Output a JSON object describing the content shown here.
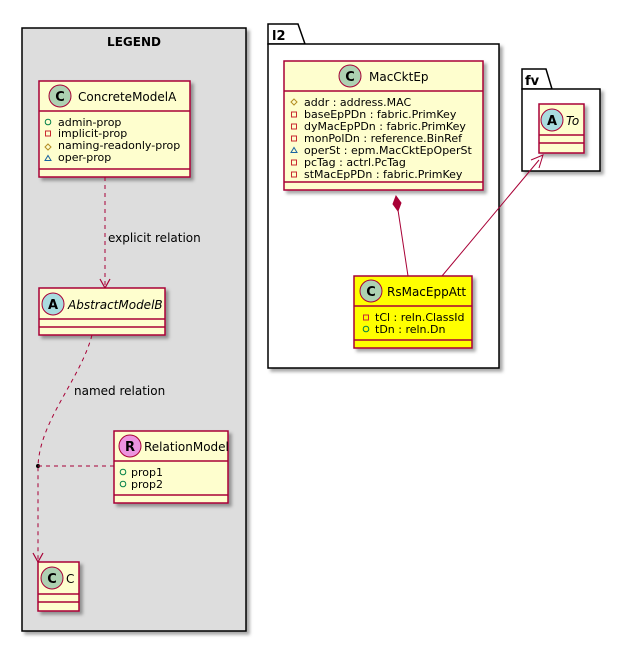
{
  "colors": {
    "class_fill": "#FEFECE",
    "highlight_fill": "#FFFF00",
    "border": "#A80036",
    "legend_fill": "#DDDDDD",
    "class_badge": "#ADD1B2",
    "abstract_badge": "#A9DCDF",
    "relation_badge": "#EB93DF"
  },
  "legend": {
    "title": "LEGEND",
    "concrete": {
      "badge": "C",
      "name": "ConcreteModelA",
      "props": [
        {
          "vis": "public",
          "text": "admin-prop"
        },
        {
          "vis": "private",
          "text": "implicit-prop"
        },
        {
          "vis": "protected",
          "text": "naming-readonly-prop"
        },
        {
          "vis": "package",
          "text": "oper-prop"
        }
      ]
    },
    "abstract": {
      "badge": "A",
      "name": "AbstractModelB"
    },
    "relation_model": {
      "badge": "R",
      "name": "RelationModel",
      "props": [
        {
          "vis": "public",
          "text": "prop1"
        },
        {
          "vis": "public",
          "text": "prop2"
        }
      ]
    },
    "c": {
      "badge": "C",
      "name": "C"
    },
    "explicit_label": "explicit relation",
    "named_label": "named relation"
  },
  "l2": {
    "package": "l2",
    "macckt": {
      "badge": "C",
      "name": "MacCktEp",
      "props": [
        {
          "vis": "protected",
          "text": "addr : address.MAC"
        },
        {
          "vis": "private",
          "text": "baseEpPDn : fabric.PrimKey"
        },
        {
          "vis": "private",
          "text": "dyMacEpPDn : fabric.PrimKey"
        },
        {
          "vis": "private",
          "text": "monPolDn : reference.BinRef"
        },
        {
          "vis": "package",
          "text": "operSt : epm.MacCktEpOperSt"
        },
        {
          "vis": "private",
          "text": "pcTag : actrl.PcTag"
        },
        {
          "vis": "private",
          "text": "stMacEpPDn : fabric.PrimKey"
        }
      ]
    },
    "rs": {
      "badge": "C",
      "name": "RsMacEppAtt",
      "props": [
        {
          "vis": "private",
          "text": "tCl : reln.ClassId"
        },
        {
          "vis": "public",
          "text": "tDn : reln.Dn"
        }
      ]
    }
  },
  "fv": {
    "package": "fv",
    "to": {
      "badge": "A",
      "name": "To"
    }
  }
}
